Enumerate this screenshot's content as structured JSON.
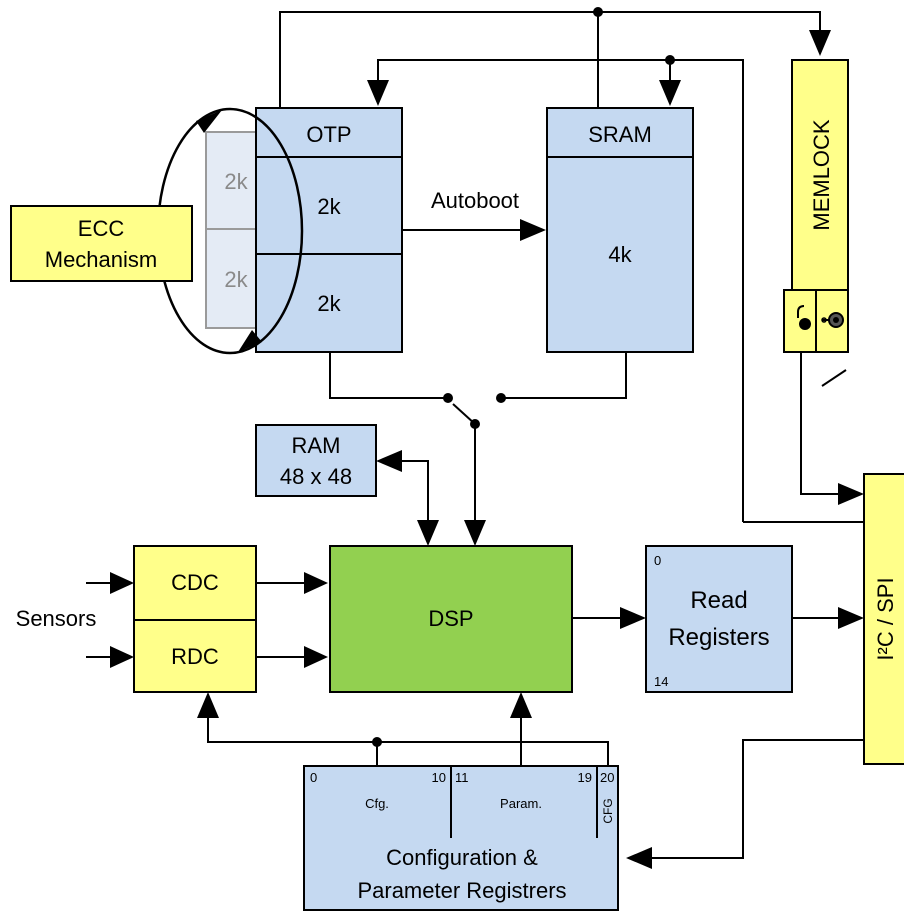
{
  "blocks": {
    "otp": {
      "title": "OTP",
      "upper": "2k",
      "lower": "2k"
    },
    "otp_ecc_copy": {
      "upper": "2k",
      "lower": "2k"
    },
    "sram": {
      "title": "SRAM",
      "size": "4k"
    },
    "ecc": {
      "line1": "ECC",
      "line2": "Mechanism"
    },
    "memlock": {
      "label": "MEMLOCK"
    },
    "ram": {
      "line1": "RAM",
      "line2": "48 x 48"
    },
    "cdc": {
      "label": "CDC"
    },
    "rdc": {
      "label": "RDC"
    },
    "dsp": {
      "label": "DSP"
    },
    "read_registers": {
      "line1": "Read",
      "line2": "Registers",
      "first_index": "0",
      "last_index": "14"
    },
    "interface": {
      "label": "I²C / SPI"
    },
    "config_registers": {
      "line1": "Configuration &",
      "line2": "Parameter Registrers",
      "cfg_start": "0",
      "cfg_end": "10",
      "cfg_label": "Cfg.",
      "param_start": "11",
      "param_end": "19",
      "param_label": "Param.",
      "ctrl_index": "20",
      "ctrl_label": "CFG"
    }
  },
  "labels": {
    "autoboot": "Autoboot",
    "sensors": "Sensors"
  },
  "colors": {
    "memory_blue": "#c5d9f1",
    "block_yellow": "#ffff8a",
    "dsp_green": "#92d050"
  }
}
